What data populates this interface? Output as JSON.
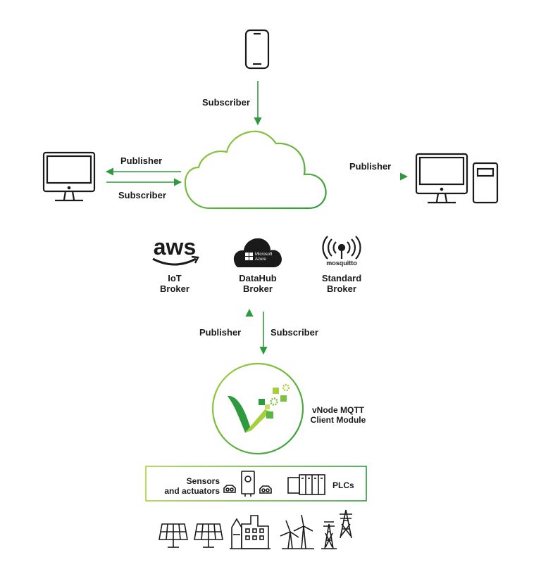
{
  "colors": {
    "green": "#2e9a3e",
    "lightgreen": "#a6cf3c",
    "dark": "#1a1a1a"
  },
  "icons": {
    "top": "smartphone-icon",
    "left": "desktop-monitor-icon",
    "right": "desktop-computer-icon",
    "center": "cloud-icon",
    "bottom": [
      "solar-panel-icon",
      "solar-panel-icon",
      "factory-icon",
      "wind-turbine-icon",
      "transmission-tower-icon"
    ]
  },
  "labels": {
    "top_subscriber": "Subscriber",
    "left_publisher": "Publisher",
    "left_subscriber": "Subscriber",
    "right_publisher": "Publisher",
    "mid_publisher": "Publisher",
    "mid_subscriber": "Subscriber"
  },
  "brokers": [
    {
      "logo": "aws",
      "logo_text": "aws",
      "line1": "IoT",
      "line2": "Broker"
    },
    {
      "logo": "microsoft-azure",
      "logo_text": "Microsoft Azure",
      "line1": "DataHub",
      "line2": "Broker"
    },
    {
      "logo": "mosquitto",
      "logo_text": "mosquitto",
      "line1": "Standard",
      "line2": "Broker"
    }
  ],
  "module": {
    "line1": "vNode MQTT",
    "line2": "Client Module"
  },
  "field": {
    "sensors_line1": "Sensors",
    "sensors_line2": "and actuators",
    "plcs": "PLCs"
  }
}
